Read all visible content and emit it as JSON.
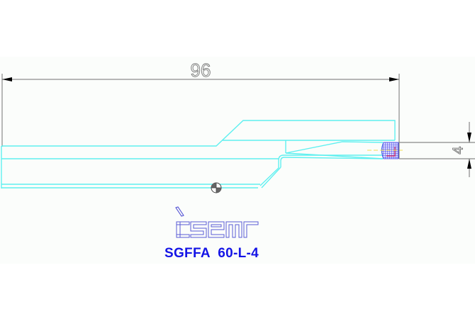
{
  "drawing": {
    "type": "technical tool drawing",
    "part_number": "SGFFA  60-L-4",
    "brand_logo": "iscar-logo",
    "dimensions": {
      "overall_length": {
        "value": "96",
        "orientation": "horizontal"
      },
      "cutting_width": {
        "value": "4",
        "orientation": "vertical"
      }
    },
    "symbols": [
      "center-of-gravity-icon",
      "insert-hatch",
      "centerline"
    ]
  },
  "colors": {
    "outline": "#5ff0f0",
    "dimension": "#707070",
    "arrow": "#000000",
    "logo": "#5a5ad6",
    "label": "#1414e6",
    "hatch_blue": "#2a2ae0",
    "hatch_red": "#e02a5a",
    "centerline": "#f0e050"
  }
}
